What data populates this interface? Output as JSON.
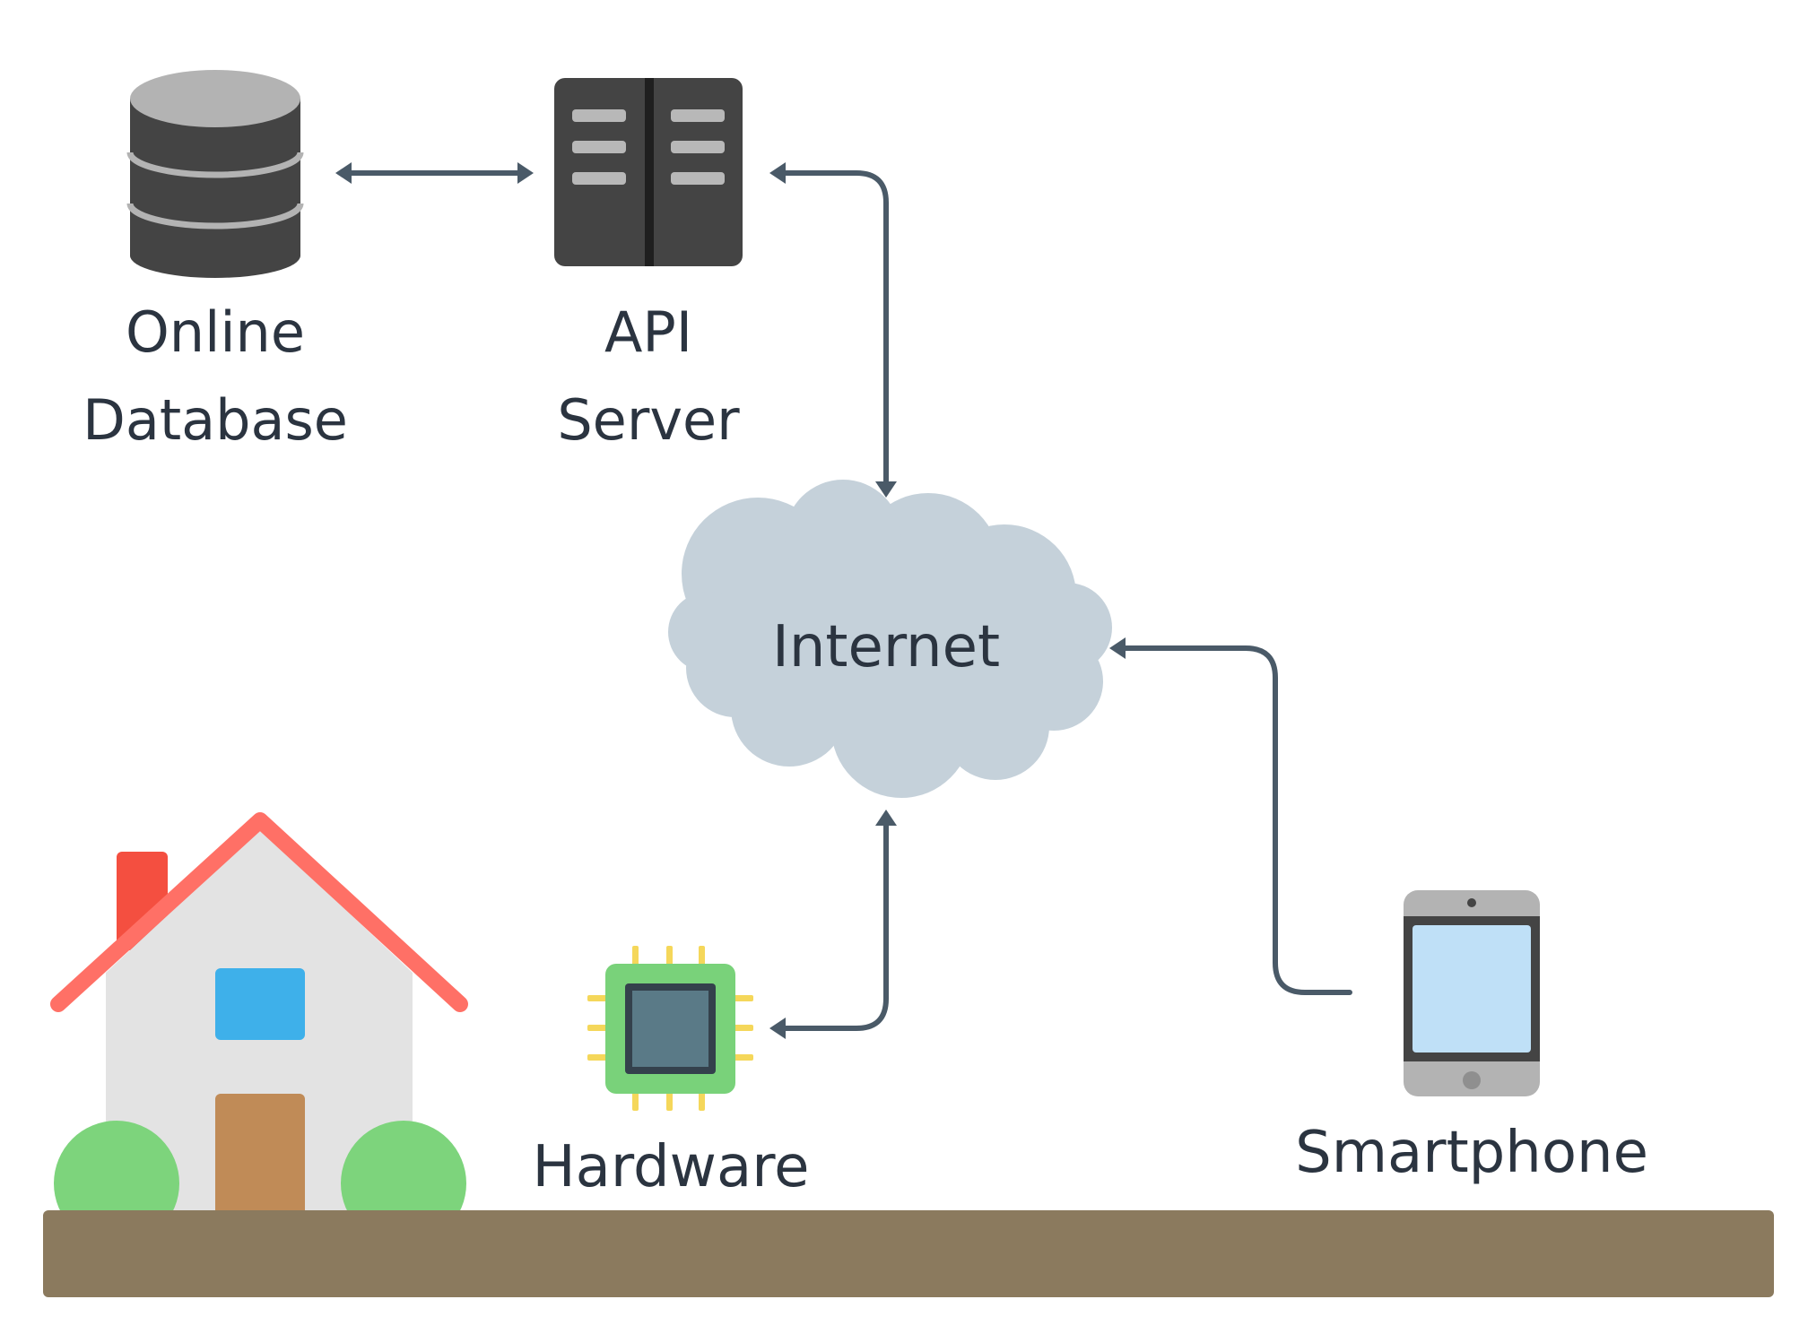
{
  "nodes": {
    "database": {
      "label_line1": "Online",
      "label_line2": "Database"
    },
    "server": {
      "label_line1": "API",
      "label_line2": "Server"
    },
    "internet": {
      "label": "Internet"
    },
    "hardware": {
      "label": "Hardware"
    },
    "smartphone": {
      "label": "Smartphone"
    }
  },
  "colors": {
    "connector": "#4a5a68",
    "label_text": "#2b3440",
    "cloud": "#c5d1da",
    "database_body": "#444444",
    "database_ring": "#b3b3b3",
    "server_body": "#444444",
    "server_slot": "#b8b8b8",
    "chip_board": "#79d27a",
    "chip_core": "#5a7a87",
    "chip_pins": "#f5d75a",
    "phone_body": "#b3b3b3",
    "phone_screen": "#bfe0f7",
    "house_wall": "#e3e3e3",
    "house_roof": "#ff7066",
    "house_chimney": "#f44f40",
    "house_window": "#3eb0ea",
    "house_door": "#c08b57",
    "bush": "#7dd47c",
    "ground": "#8b7a5e"
  },
  "icons": [
    "database-icon",
    "server-icon",
    "cloud-icon",
    "chip-icon",
    "smartphone-icon",
    "house-icon"
  ]
}
